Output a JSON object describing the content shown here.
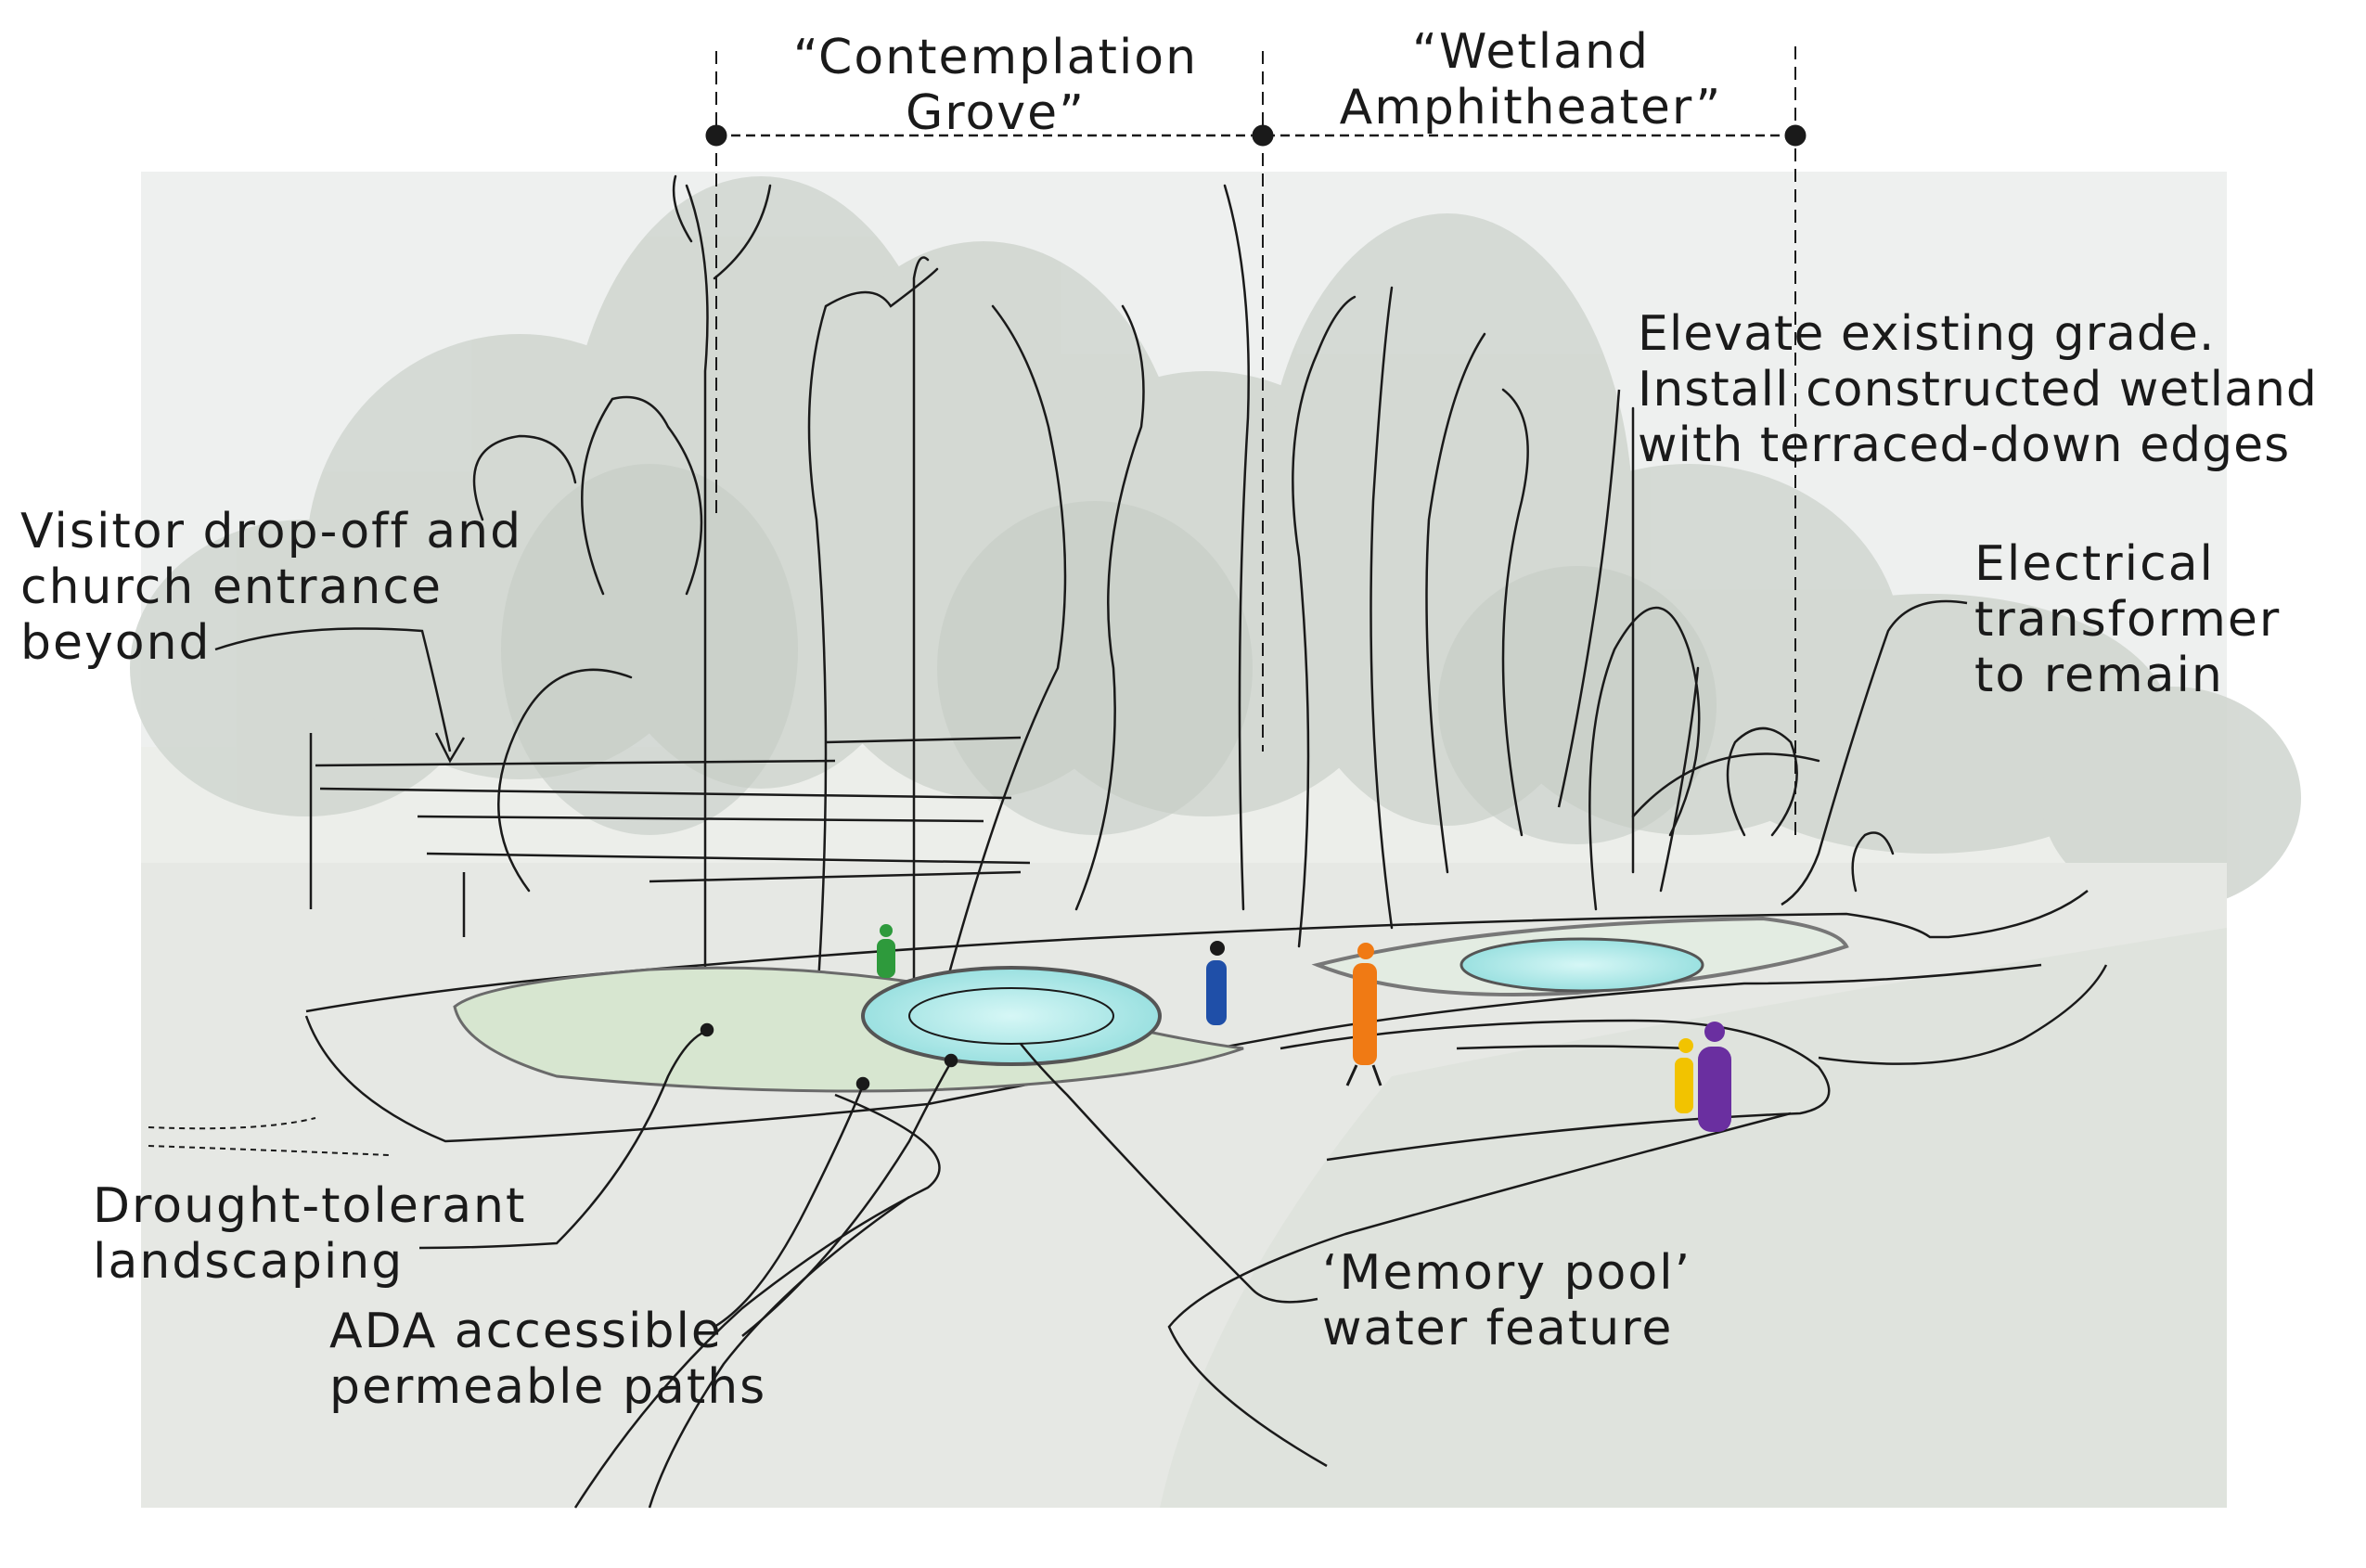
{
  "zones": [
    {
      "id": "contemplation",
      "lines": [
        "“Contemplation",
        "Grove”"
      ]
    },
    {
      "id": "wetland",
      "lines": [
        "“Wetland",
        "Amphitheater”"
      ]
    }
  ],
  "callouts": {
    "visitor": [
      "Visitor drop-off and",
      "church entrance",
      "beyond"
    ],
    "elevate": [
      "Elevate existing grade.",
      "Install constructed wetland",
      "with terraced-down edges"
    ],
    "electrical": [
      "Electrical",
      "transformer",
      "to remain"
    ],
    "drought": [
      "Drought-tolerant",
      "landscaping"
    ],
    "ada": [
      "ADA accessible",
      "permeable paths"
    ],
    "memory": [
      "‘Memory pool’",
      "water feature"
    ]
  },
  "colors": {
    "ink": "#1a1a1a",
    "photo_wash": "#e9ebe8",
    "foliage": "#c9cfc7",
    "water": "#9fe3e3",
    "planting": "#d8e8cf",
    "figure_green": "#2e9a3c",
    "figure_blue": "#1f4fa8",
    "figure_orange": "#f07a14",
    "figure_yellow": "#f2c300",
    "figure_purple": "#6a2fa0"
  }
}
